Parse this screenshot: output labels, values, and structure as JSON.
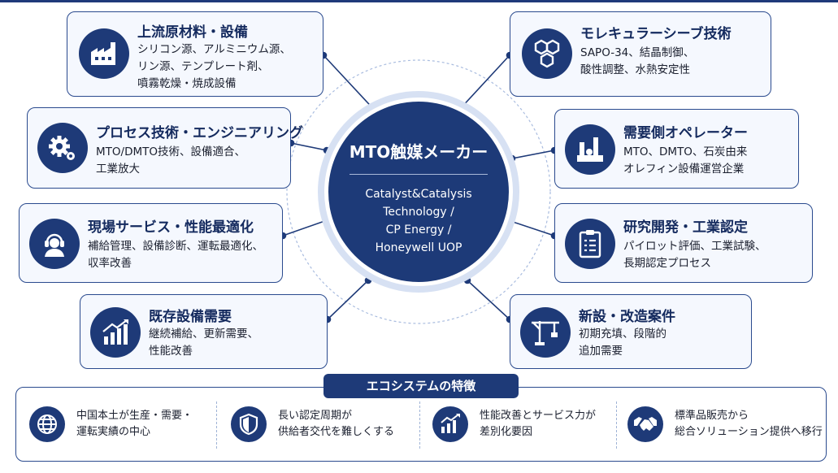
{
  "center": {
    "title": "MTO触媒メーカー",
    "companies": "Catalyst&Catalysis\nTechnology /\nCP Energy /\nHoneywell UOP"
  },
  "nodes": {
    "upstream": {
      "title": "上流原材料・設備",
      "text": "シリコン源、アルミニウム源、\nリン源、テンプレート剤、\n噴霧乾燥・焼成設備",
      "icon": "factory-icon"
    },
    "process": {
      "title": "プロセス技術・エンジニアリング",
      "text": "MTO/DMTO技術、設備適合、\n工業放大",
      "icon": "gear-icon"
    },
    "field": {
      "title": "現場サービス・性能最適化",
      "text": "補給管理、設備診断、運転最適化、\n収率改善",
      "icon": "headset-user-icon"
    },
    "existing": {
      "title": "既存設備需要",
      "text": "継続補給、更新需要、\n性能改善",
      "icon": "growth-chart-icon"
    },
    "sieve": {
      "title": "モレキュラーシーブ技術",
      "text": "SAPO-34、結晶制御、\n酸性調整、水熱安定性",
      "icon": "hexagon-molecule-icon"
    },
    "operator": {
      "title": "需要側オペレーター",
      "text": "MTO、DMTO、石炭由来\nオレフィン設備運営企業",
      "icon": "plant-icon"
    },
    "rnd": {
      "title": "研究開発・工業認定",
      "text": "パイロット評価、工業試験、\n長期認定プロセス",
      "icon": "clipboard-checklist-icon"
    },
    "newbuild": {
      "title": "新設・改造案件",
      "text": "初期充填、段階的\n追加需要",
      "icon": "crane-icon"
    }
  },
  "features": {
    "title": "エコシステムの特徴",
    "items": [
      {
        "text": "中国本土が生産・需要・\n運転実績の中心",
        "icon": "globe-icon"
      },
      {
        "text": "長い認定周期が\n供給者交代を難しくする",
        "icon": "shield-icon"
      },
      {
        "text": "性能改善とサービス力が\n差別化要因",
        "icon": "bar-chart-up-icon"
      },
      {
        "text": "標準品販売から\n総合ソリューション提供へ移行",
        "icon": "handshake-icon"
      }
    ]
  },
  "colors": {
    "navy": "#1e3a78",
    "border": "#2a4a8e",
    "box_fill": "#f5f8fe"
  }
}
